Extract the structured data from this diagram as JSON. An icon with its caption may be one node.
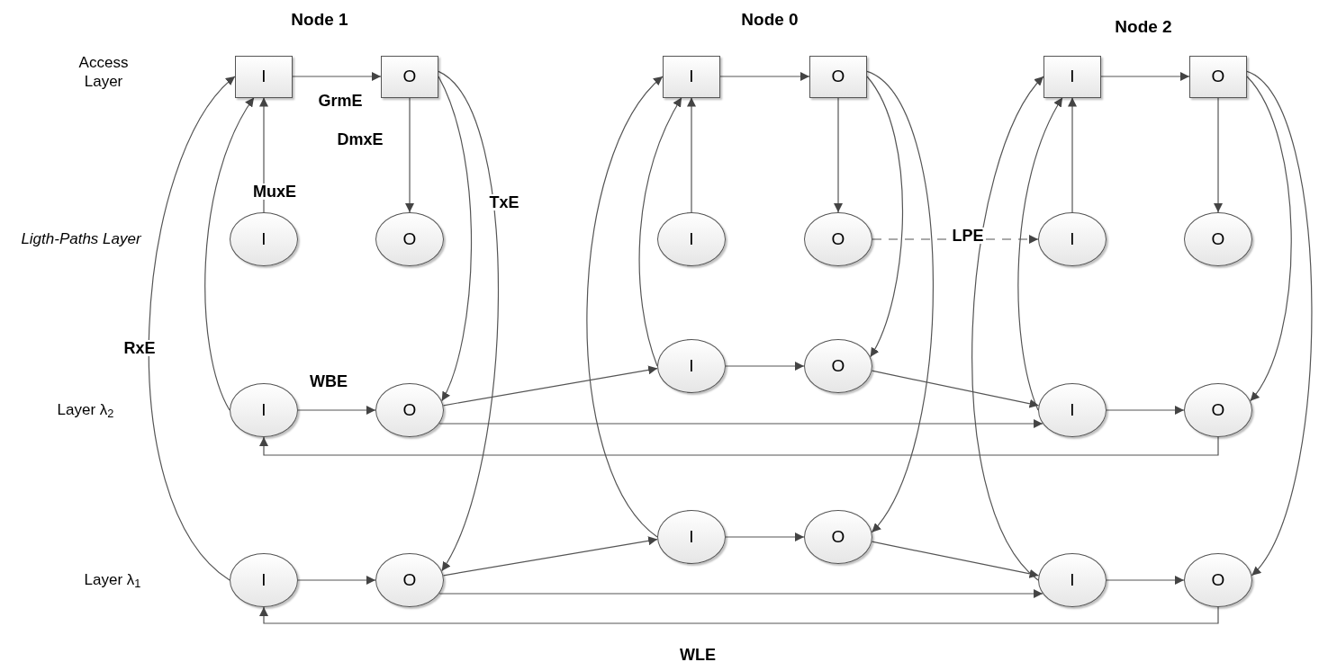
{
  "diagram": {
    "nodes": [
      {
        "text": [
          "I"
        ]
      },
      {
        "text": [
          "O"
        ]
      },
      {
        "text": [
          "I"
        ]
      },
      {
        "text": [
          "O"
        ]
      },
      {
        "text": [
          "I"
        ]
      },
      {
        "text": [
          "O"
        ]
      },
      {
        "text": [
          "I"
        ]
      },
      {
        "text": [
          "O"
        ]
      },
      {
        "text": [
          "I"
        ]
      },
      {
        "text": [
          "O"
        ]
      },
      {
        "text": [
          "I"
        ]
      },
      {
        "text": [
          "O"
        ]
      },
      {
        "text": [
          "I"
        ]
      },
      {
        "text": [
          "O"
        ]
      },
      {
        "text": [
          "I"
        ]
      },
      {
        "text": [
          "O"
        ]
      },
      {
        "text": [
          "I"
        ]
      },
      {
        "text": [
          "O"
        ]
      },
      {
        "text": [
          "I"
        ]
      },
      {
        "text": [
          "O"
        ]
      },
      {
        "text": [
          "I"
        ]
      },
      {
        "text": [
          "O"
        ]
      },
      {
        "text": [
          "I"
        ]
      },
      {
        "text": [
          "O"
        ]
      }
    ],
    "edges": [
      {
        "from": 0,
        "to": 1,
        "arrow": "to",
        "label": "GrmE"
      },
      {
        "from": 1,
        "to": 3,
        "arrow": "to",
        "label": "DmxE"
      },
      {
        "from": 2,
        "to": 0,
        "arrow": "to",
        "label": "MuxE"
      },
      {
        "from": 4,
        "to": 5,
        "arrow": "to"
      },
      {
        "from": 5,
        "to": 7,
        "arrow": "to"
      },
      {
        "from": 6,
        "to": 4,
        "arrow": "to"
      },
      {
        "from": 8,
        "to": 9,
        "arrow": "to"
      },
      {
        "from": 9,
        "to": 11,
        "arrow": "to"
      },
      {
        "from": 10,
        "to": 8,
        "arrow": "to"
      },
      {
        "from": 7,
        "to": 10,
        "arrow": "to",
        "label": "LPE",
        "style": "dashed"
      },
      {
        "from": 12,
        "to": 0,
        "arrow": "to"
      },
      {
        "from": 18,
        "to": 0,
        "arrow": "to",
        "label": "RxE"
      },
      {
        "from": 1,
        "to": 13,
        "arrow": "to"
      },
      {
        "from": 1,
        "to": 19,
        "arrow": "to",
        "label": "TxE"
      },
      {
        "from": 14,
        "to": 4,
        "arrow": "to"
      },
      {
        "from": 20,
        "to": 4,
        "arrow": "to"
      },
      {
        "from": 5,
        "to": 15,
        "arrow": "to"
      },
      {
        "from": 5,
        "to": 21,
        "arrow": "to"
      },
      {
        "from": 16,
        "to": 8,
        "arrow": "to"
      },
      {
        "from": 22,
        "to": 8,
        "arrow": "to"
      },
      {
        "from": 9,
        "to": 17,
        "arrow": "to"
      },
      {
        "from": 9,
        "to": 23,
        "arrow": "to"
      },
      {
        "from": 12,
        "to": 13,
        "arrow": "to",
        "label": "WBE"
      },
      {
        "from": 13,
        "to": 14,
        "arrow": "to"
      },
      {
        "from": 13,
        "to": 16,
        "arrow": "to"
      },
      {
        "from": 14,
        "to": 15,
        "arrow": "to"
      },
      {
        "from": 15,
        "to": 16,
        "arrow": "to"
      },
      {
        "from": 16,
        "to": 17,
        "arrow": "to"
      },
      {
        "from": 17,
        "to": 12,
        "arrow": "to"
      },
      {
        "from": 18,
        "to": 19,
        "arrow": "to"
      },
      {
        "from": 19,
        "to": 20,
        "arrow": "to"
      },
      {
        "from": 19,
        "to": 22,
        "arrow": "to"
      },
      {
        "from": 20,
        "to": 21,
        "arrow": "to"
      },
      {
        "from": 21,
        "to": 22,
        "arrow": "to"
      },
      {
        "from": 22,
        "to": 23,
        "arrow": "to"
      },
      {
        "from": 23,
        "to": 18,
        "arrow": "to",
        "label": "WLE"
      }
    ],
    "labels": [
      "Node 1",
      "Node 0",
      "Node 2",
      "Access Layer",
      "Ligth-Paths Layer",
      "Layer λ$_{2}$",
      "Layer λ$_{1}$"
    ]
  }
}
